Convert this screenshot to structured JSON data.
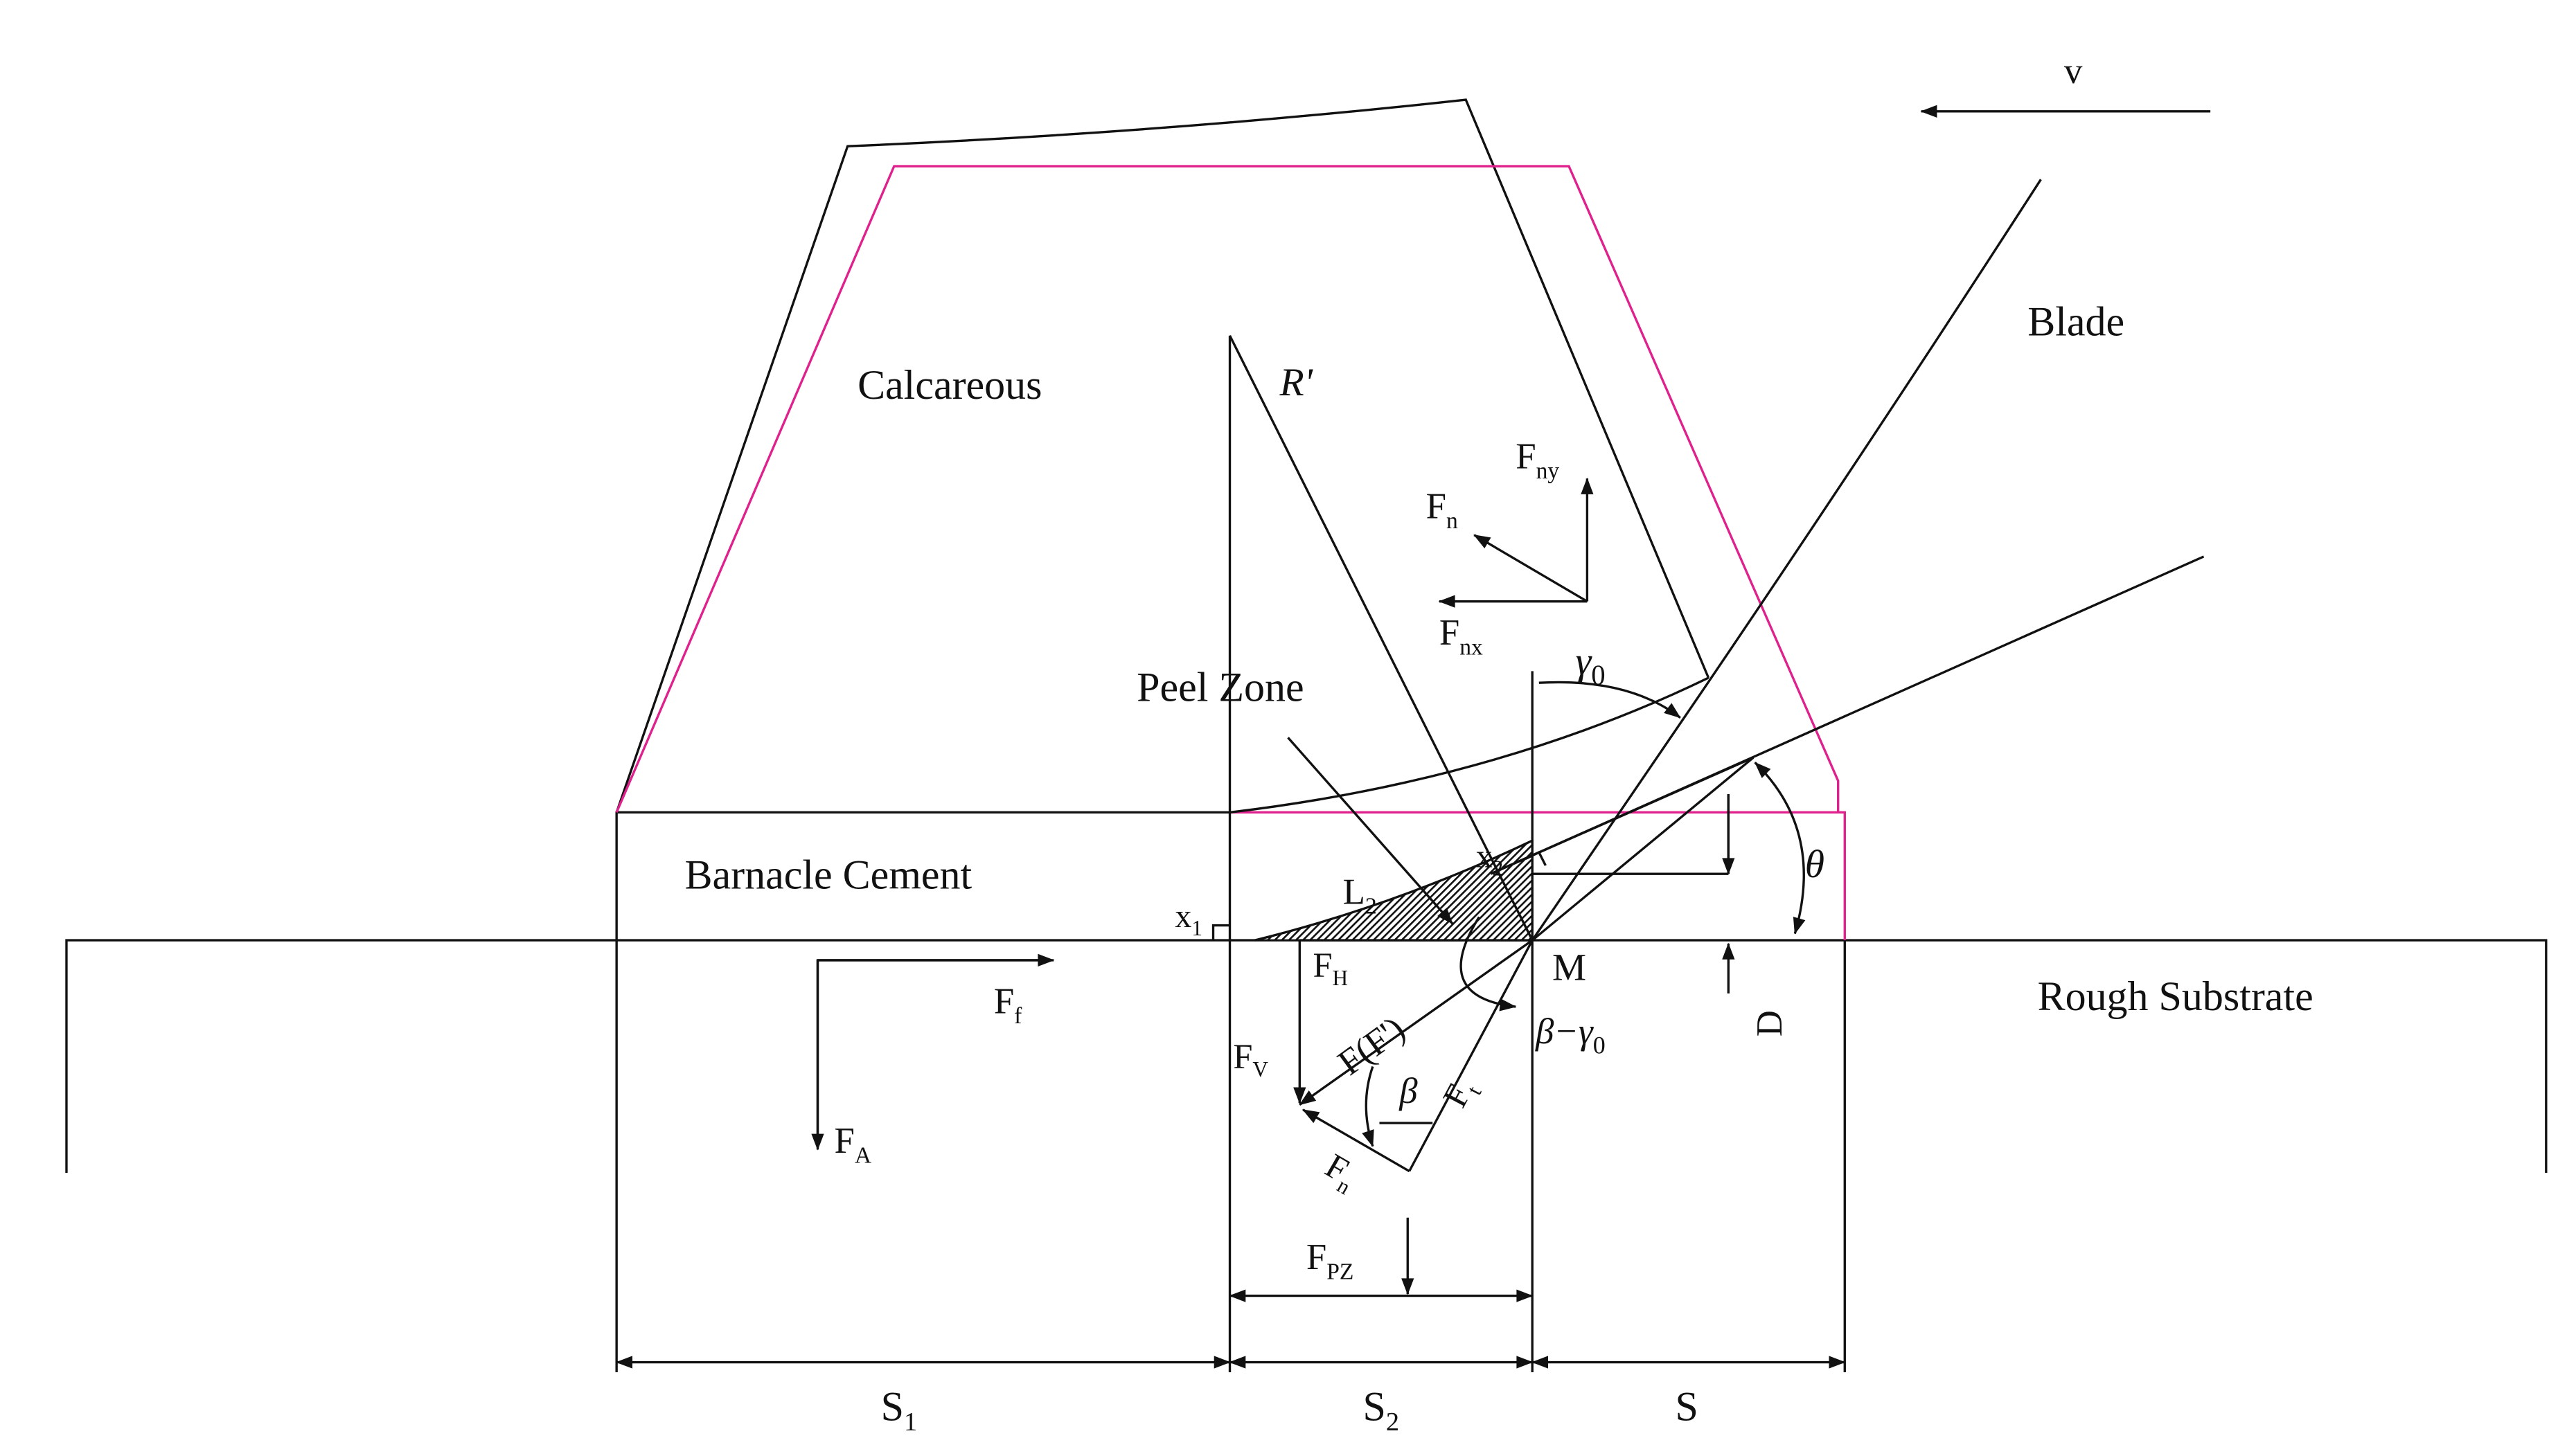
{
  "colors": {
    "line": "#111111",
    "outline": "#e0208c",
    "background": "#ffffff"
  },
  "labels": {
    "velocity": "v",
    "blade": "Blade",
    "calcareous": "Calcareous",
    "radius": "R'",
    "force_ny": {
      "base": "F",
      "sub": "ny"
    },
    "force_n_top": {
      "base": "F",
      "sub": "n"
    },
    "force_nx": {
      "base": "F",
      "sub": "nx"
    },
    "gamma0": {
      "base": "γ",
      "sub": "0"
    },
    "peel_zone": "Peel Zone",
    "theta": "θ",
    "barnacle_cement": "Barnacle Cement",
    "x2": {
      "base": "x",
      "sub": "2"
    },
    "x1": {
      "base": "x",
      "sub": "1"
    },
    "l2": {
      "base": "L",
      "sub": "2"
    },
    "point_m": "M",
    "force_h": {
      "base": "F",
      "sub": "H"
    },
    "rough_substrate": "Rough Substrate",
    "force_f_friction": {
      "base": "F",
      "sub": "f"
    },
    "depth": "D",
    "beta_minus_gamma": {
      "base": "β−γ",
      "sub": "0"
    },
    "force_v": {
      "base": "F",
      "sub": "V"
    },
    "force_resultant": "F(F')",
    "beta": "β",
    "force_t": {
      "base": "F",
      "sub": "t"
    },
    "force_a": {
      "base": "F",
      "sub": "A"
    },
    "force_n_bottom": {
      "base": "F",
      "sub": "n"
    },
    "force_pz": {
      "base": "F",
      "sub": "PZ"
    },
    "s1": {
      "base": "S",
      "sub": "1"
    },
    "s2": {
      "base": "S",
      "sub": "2"
    },
    "s": "S"
  }
}
